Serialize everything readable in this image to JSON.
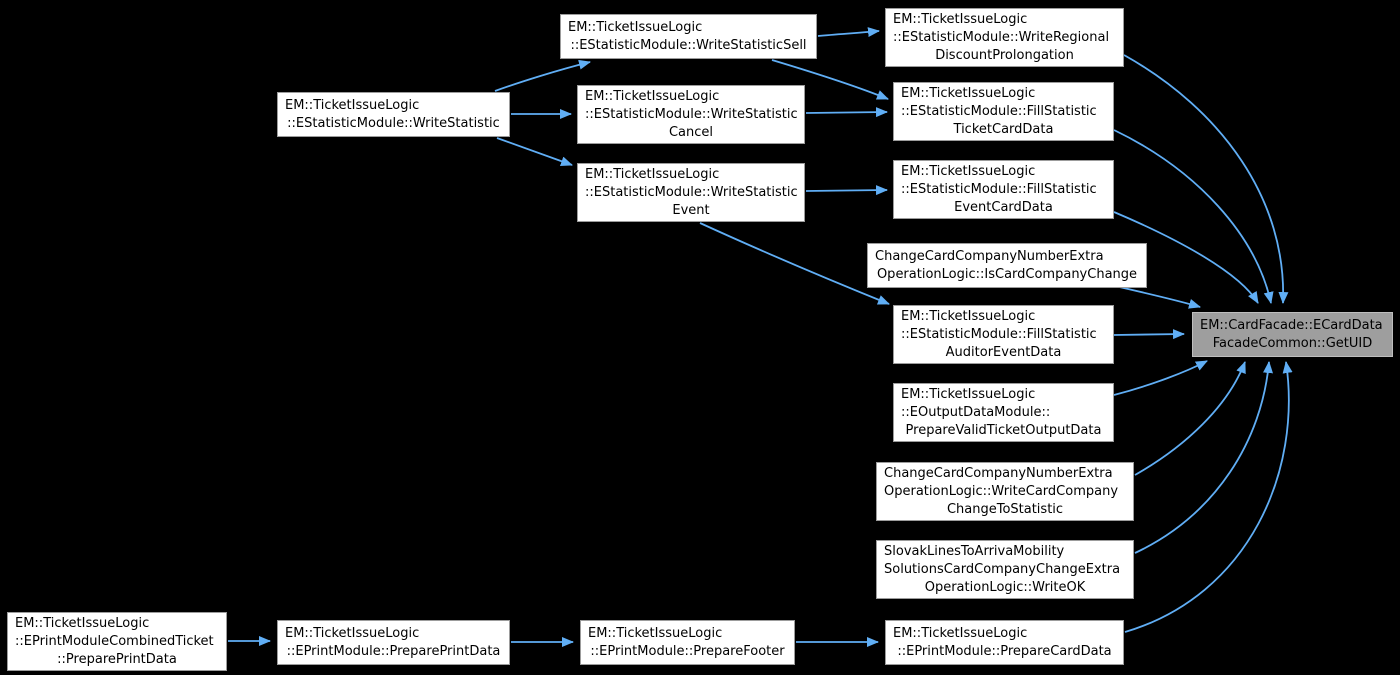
{
  "colors": {
    "background": "#000000",
    "node_fill": "#ffffff",
    "node_border": "#9c9c9c",
    "node_text": "#000000",
    "target_fill": "#9e9e9e",
    "target_border": "#bebebe",
    "edge": "#60aef5"
  },
  "nodes": [
    {
      "id": "writeStatisticSell",
      "is_target": false,
      "label_lines": [
        "EM::TicketIssueLogic",
        "::EStatisticModule::WriteStatisticSell"
      ]
    },
    {
      "id": "writeRegionalDiscountProlongation",
      "is_target": false,
      "label_lines": [
        "EM::TicketIssueLogic",
        "::EStatisticModule::WriteRegional",
        "DiscountProlongation"
      ]
    },
    {
      "id": "writeStatistic",
      "is_target": false,
      "label_lines": [
        "EM::TicketIssueLogic",
        "::EStatisticModule::WriteStatistic"
      ]
    },
    {
      "id": "writeStatisticCancel",
      "is_target": false,
      "label_lines": [
        "EM::TicketIssueLogic",
        "::EStatisticModule::WriteStatistic",
        "Cancel"
      ]
    },
    {
      "id": "fillStatisticTicketCardData",
      "is_target": false,
      "label_lines": [
        "EM::TicketIssueLogic",
        "::EStatisticModule::FillStatistic",
        "TicketCardData"
      ]
    },
    {
      "id": "writeStatisticEvent",
      "is_target": false,
      "label_lines": [
        "EM::TicketIssueLogic",
        "::EStatisticModule::WriteStatistic",
        "Event"
      ]
    },
    {
      "id": "fillStatisticEventCardData",
      "is_target": false,
      "label_lines": [
        "EM::TicketIssueLogic",
        "::EStatisticModule::FillStatistic",
        "EventCardData"
      ]
    },
    {
      "id": "isCardCompanyChange",
      "is_target": false,
      "label_lines": [
        "ChangeCardCompanyNumberExtra",
        "OperationLogic::IsCardCompanyChange"
      ]
    },
    {
      "id": "fillStatisticAuditorEventData",
      "is_target": false,
      "label_lines": [
        "EM::TicketIssueLogic",
        "::EStatisticModule::FillStatistic",
        "AuditorEventData"
      ]
    },
    {
      "id": "getUID",
      "is_target": true,
      "label_lines": [
        "EM::CardFacade::ECardData",
        "FacadeCommon::GetUID"
      ]
    },
    {
      "id": "prepareValidTicketOutputData",
      "is_target": false,
      "label_lines": [
        "EM::TicketIssueLogic",
        "::EOutputDataModule::",
        "PrepareValidTicketOutputData"
      ]
    },
    {
      "id": "writeCardCompanyChangeToStatistic",
      "is_target": false,
      "label_lines": [
        "ChangeCardCompanyNumberExtra",
        "OperationLogic::WriteCardCompany",
        "ChangeToStatistic"
      ]
    },
    {
      "id": "slovakLinesWriteOK",
      "is_target": false,
      "label_lines": [
        "SlovakLinesToArrivaMobility",
        "SolutionsCardCompanyChangeExtra",
        "OperationLogic::WriteOK"
      ]
    },
    {
      "id": "preparePrintDataCombinedTicket",
      "is_target": false,
      "label_lines": [
        "EM::TicketIssueLogic",
        "::EPrintModuleCombinedTicket",
        "::PreparePrintData"
      ]
    },
    {
      "id": "preparePrintData",
      "is_target": false,
      "label_lines": [
        "EM::TicketIssueLogic",
        "::EPrintModule::PreparePrintData"
      ]
    },
    {
      "id": "prepareFooter",
      "is_target": false,
      "label_lines": [
        "EM::TicketIssueLogic",
        "::EPrintModule::PrepareFooter"
      ]
    },
    {
      "id": "prepareCardData",
      "is_target": false,
      "label_lines": [
        "EM::TicketIssueLogic",
        "::EPrintModule::PrepareCardData"
      ]
    }
  ],
  "edges": [
    {
      "from": "writeStatistic",
      "to": "writeStatisticSell"
    },
    {
      "from": "writeStatistic",
      "to": "writeStatisticCancel"
    },
    {
      "from": "writeStatistic",
      "to": "writeStatisticEvent"
    },
    {
      "from": "writeStatisticSell",
      "to": "writeRegionalDiscountProlongation"
    },
    {
      "from": "writeStatisticSell",
      "to": "fillStatisticTicketCardData"
    },
    {
      "from": "writeStatisticCancel",
      "to": "fillStatisticTicketCardData"
    },
    {
      "from": "writeStatisticEvent",
      "to": "fillStatisticEventCardData"
    },
    {
      "from": "writeStatisticEvent",
      "to": "fillStatisticAuditorEventData"
    },
    {
      "from": "writeRegionalDiscountProlongation",
      "to": "getUID"
    },
    {
      "from": "fillStatisticTicketCardData",
      "to": "getUID"
    },
    {
      "from": "fillStatisticEventCardData",
      "to": "getUID"
    },
    {
      "from": "isCardCompanyChange",
      "to": "getUID"
    },
    {
      "from": "fillStatisticAuditorEventData",
      "to": "getUID"
    },
    {
      "from": "prepareValidTicketOutputData",
      "to": "getUID"
    },
    {
      "from": "writeCardCompanyChangeToStatistic",
      "to": "getUID"
    },
    {
      "from": "slovakLinesWriteOK",
      "to": "getUID"
    },
    {
      "from": "prepareCardData",
      "to": "getUID"
    },
    {
      "from": "preparePrintDataCombinedTicket",
      "to": "preparePrintData"
    },
    {
      "from": "preparePrintData",
      "to": "prepareFooter"
    },
    {
      "from": "prepareFooter",
      "to": "prepareCardData"
    }
  ]
}
